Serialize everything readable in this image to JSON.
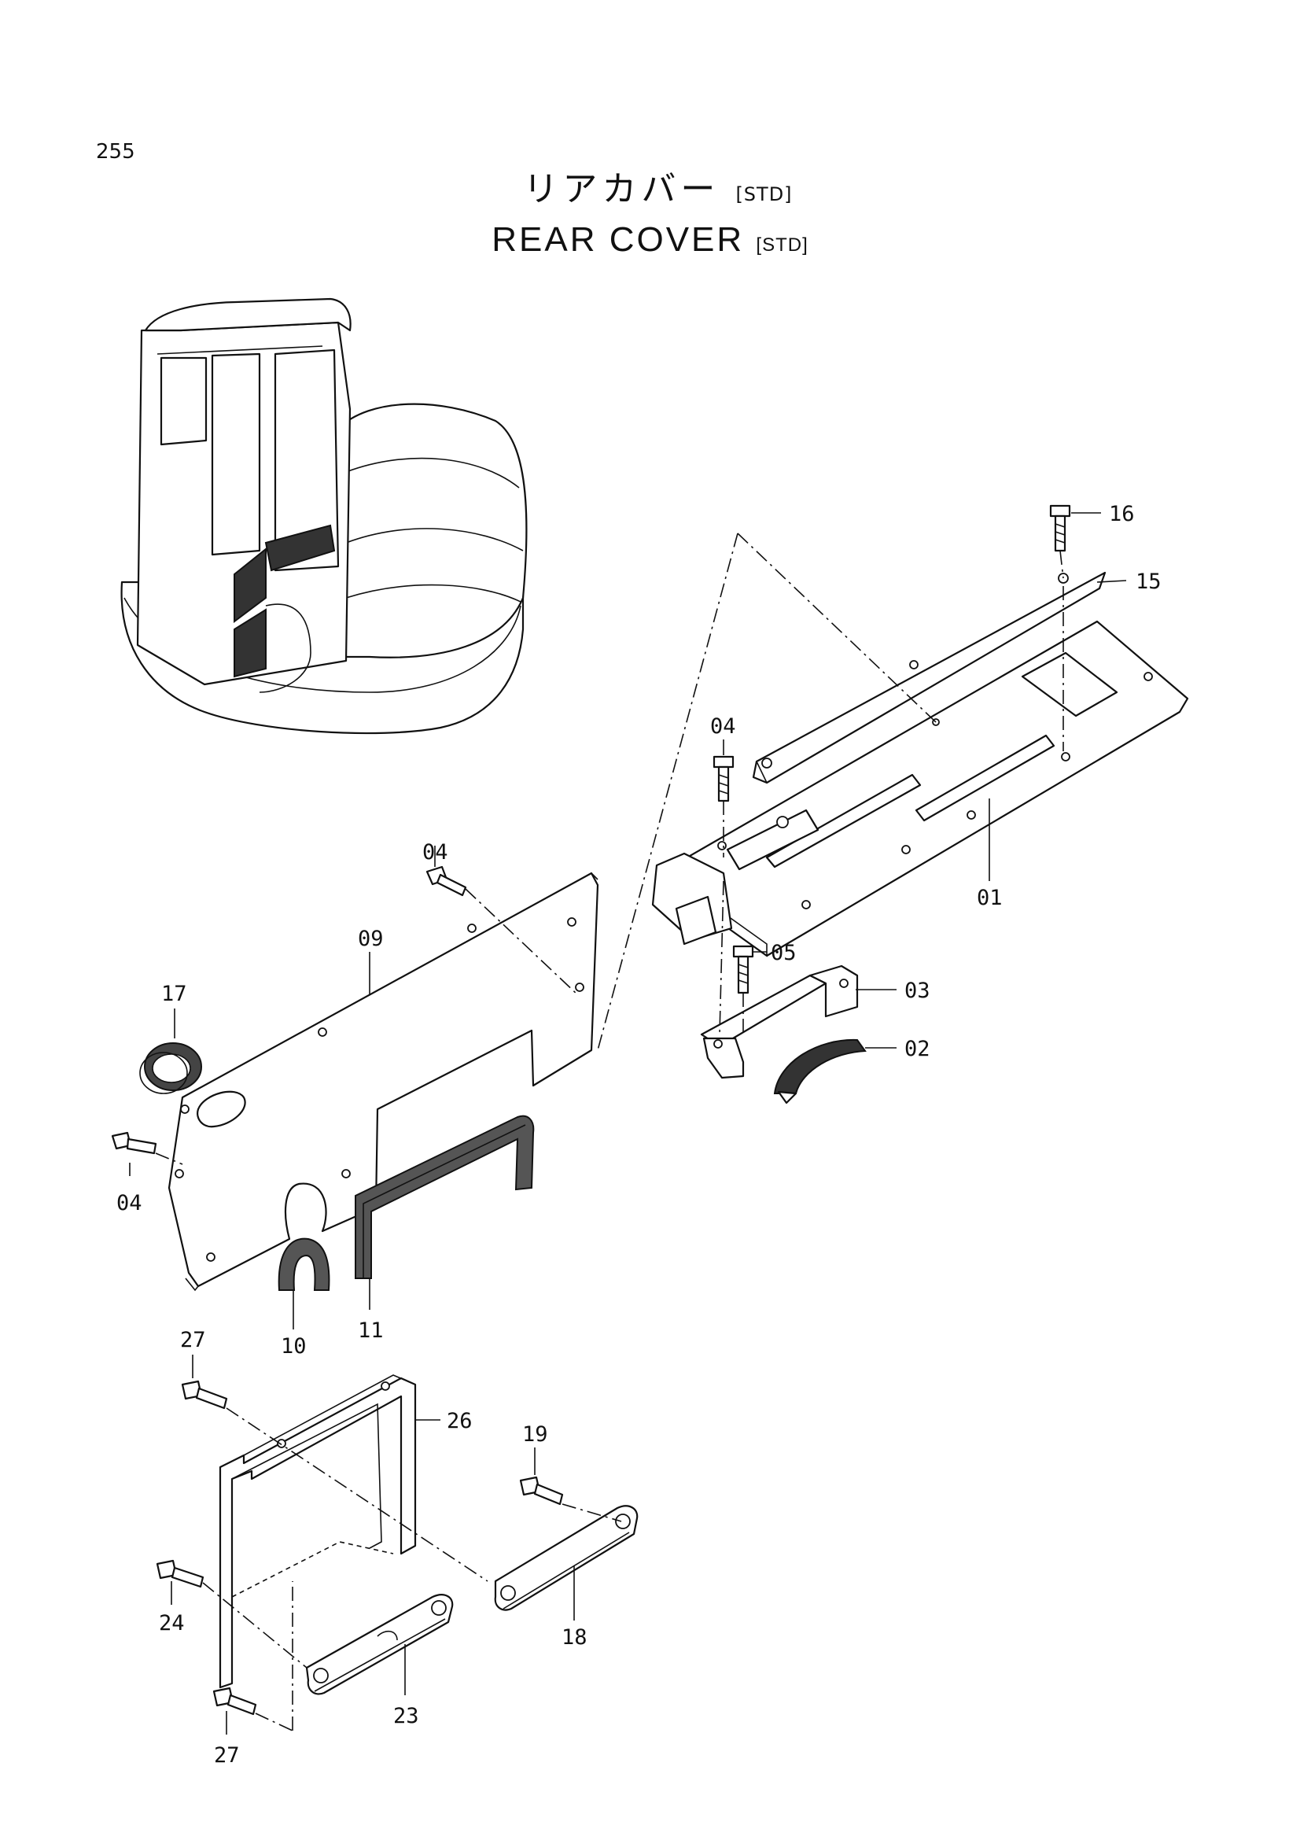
{
  "page_number": "255",
  "title": {
    "japanese": "リアカバー",
    "english": "REAR  COVER",
    "suffix": "[STD]"
  },
  "callouts": [
    {
      "id": "callout-16",
      "label": "16"
    },
    {
      "id": "callout-15",
      "label": "15"
    },
    {
      "id": "callout-04-top",
      "label": "04"
    },
    {
      "id": "callout-01",
      "label": "01"
    },
    {
      "id": "callout-05",
      "label": "05"
    },
    {
      "id": "callout-03",
      "label": "03"
    },
    {
      "id": "callout-02",
      "label": "02"
    },
    {
      "id": "callout-04-mid",
      "label": "04"
    },
    {
      "id": "callout-09",
      "label": "09"
    },
    {
      "id": "callout-17",
      "label": "17"
    },
    {
      "id": "callout-04-left",
      "label": "04"
    },
    {
      "id": "callout-10",
      "label": "10"
    },
    {
      "id": "callout-11",
      "label": "11"
    },
    {
      "id": "callout-27-top",
      "label": "27"
    },
    {
      "id": "callout-26",
      "label": "26"
    },
    {
      "id": "callout-19",
      "label": "19"
    },
    {
      "id": "callout-24",
      "label": "24"
    },
    {
      "id": "callout-18",
      "label": "18"
    },
    {
      "id": "callout-23",
      "label": "23"
    },
    {
      "id": "callout-27-bottom",
      "label": "27"
    }
  ]
}
